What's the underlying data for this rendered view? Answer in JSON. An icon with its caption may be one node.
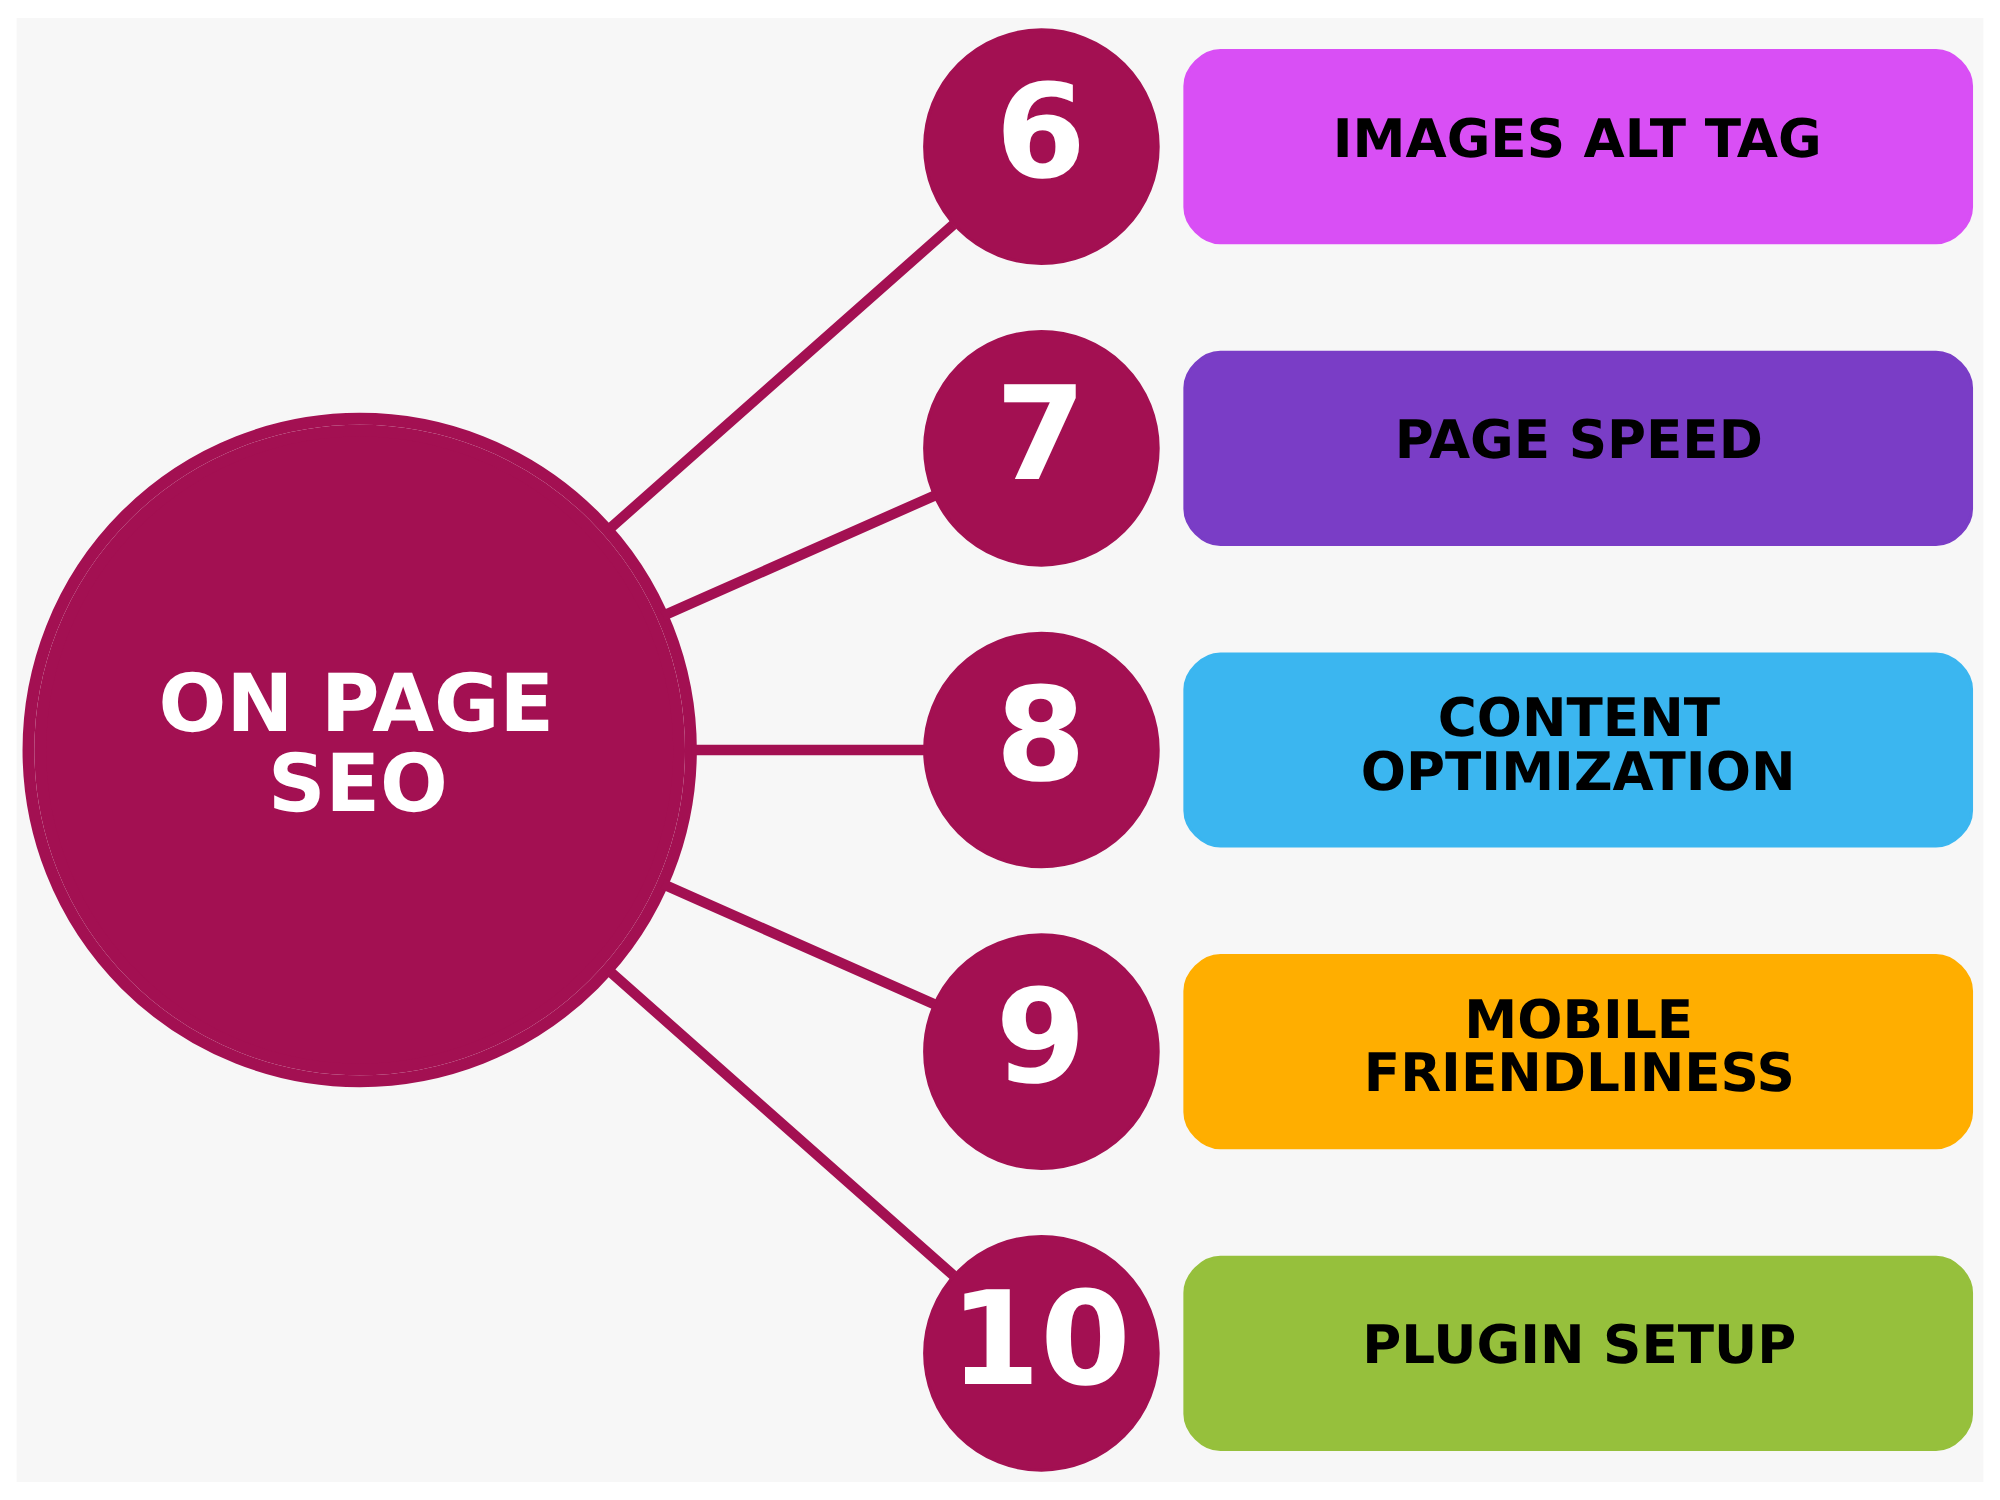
{
  "diagram": {
    "nodes": [
      {
        "text": [
          "ON PAGE SEO"
        ]
      },
      {
        "text": [
          "6"
        ]
      },
      {
        "text": [
          "IMAGES ALT TAG"
        ]
      },
      {
        "text": [
          "7"
        ]
      },
      {
        "text": [
          "PAGE SPEED"
        ]
      },
      {
        "text": [
          "8"
        ]
      },
      {
        "text": [
          "CONTENT OPTIMIZATION"
        ]
      },
      {
        "text": [
          "9"
        ]
      },
      {
        "text": [
          "MOBILE FRIENDLINESS"
        ]
      },
      {
        "text": [
          "10"
        ]
      },
      {
        "text": [
          "PLUGIN SETUP"
        ]
      }
    ],
    "edges": [
      {
        "from": 0,
        "to": 1,
        "arrow": "none"
      },
      {
        "from": 0,
        "to": 3,
        "arrow": "none"
      },
      {
        "from": 0,
        "to": 5,
        "arrow": "none"
      },
      {
        "from": 0,
        "to": 7,
        "arrow": "none"
      },
      {
        "from": 0,
        "to": 9,
        "arrow": "none"
      }
    ]
  }
}
